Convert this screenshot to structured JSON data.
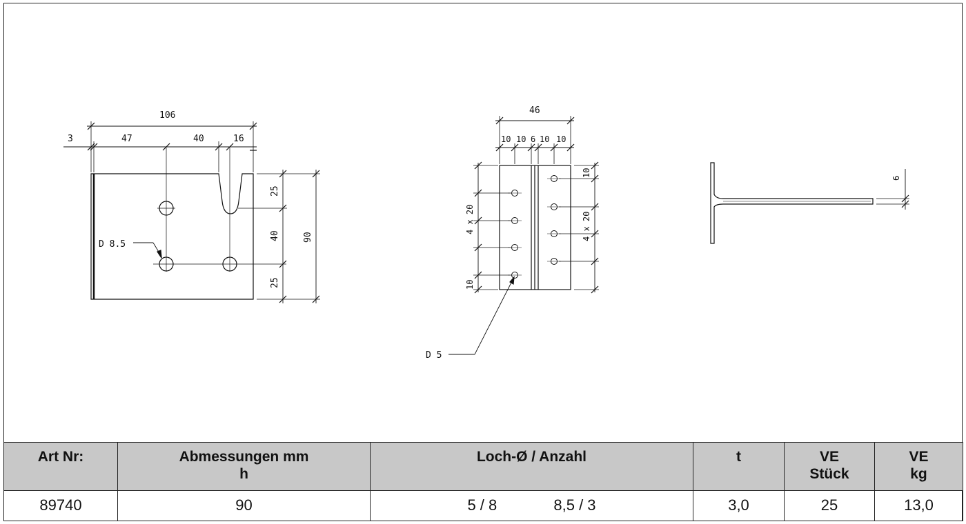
{
  "drawing": {
    "front": {
      "total_width": "106",
      "offset": "3",
      "seg1": "47",
      "seg2": "40",
      "seg3": "16",
      "h_top": "25",
      "h_mid": "40",
      "h_bot": "25",
      "h_total": "90",
      "hole_label": "D 8.5"
    },
    "side": {
      "total_width": "46",
      "seg_a": "10",
      "seg_b": "10",
      "seg_c": "6",
      "seg_d": "10",
      "seg_e": "10",
      "left_pitch": "4 x 20",
      "left_bottom": "10",
      "right_top": "10",
      "right_pitch": "4 x 20",
      "hole_label": "D 5"
    },
    "section": {
      "thickness": "6"
    }
  },
  "table": {
    "headers": {
      "art_nr": "Art Nr:",
      "dim_line1": "Abmessungen mm",
      "dim_line2": "h",
      "holes": "Loch-Ø / Anzahl",
      "t": "t",
      "ve_stueck_line1": "VE",
      "ve_stueck_line2": "Stück",
      "ve_kg_line1": "VE",
      "ve_kg_line2": "kg"
    },
    "row": {
      "art_nr": "89740",
      "h": "90",
      "holes_a": "5 / 8",
      "holes_b": "8,5 / 3",
      "t": "3,0",
      "ve_stueck": "25",
      "ve_kg": "13,0"
    }
  }
}
